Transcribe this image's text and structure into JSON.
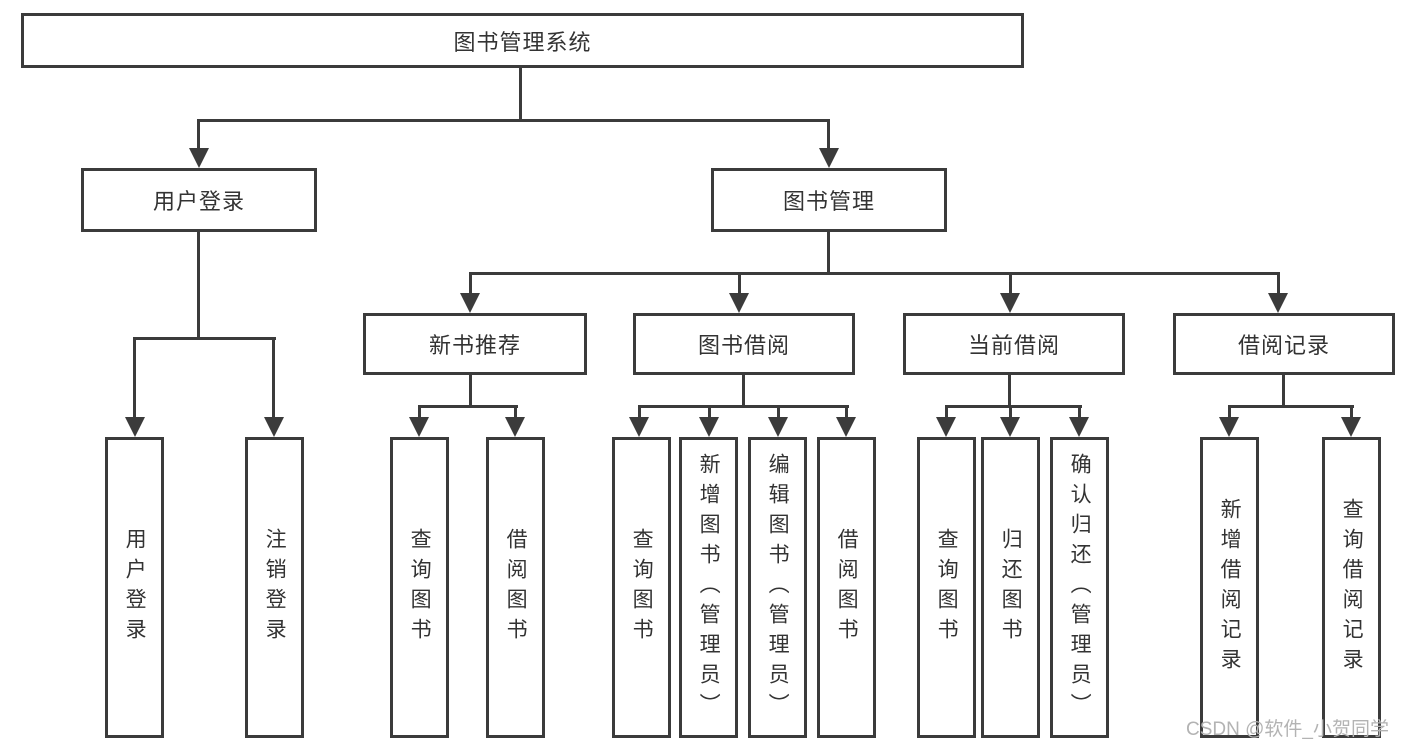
{
  "diagram": {
    "root_label": "图书管理系统",
    "level2": [
      {
        "label": "用户登录"
      },
      {
        "label": "图书管理"
      }
    ],
    "level3": [
      {
        "label": "新书推荐"
      },
      {
        "label": "图书借阅"
      },
      {
        "label": "当前借阅"
      },
      {
        "label": "借阅记录"
      }
    ],
    "level4": [
      {
        "label": "用户登录"
      },
      {
        "label": "注销登录"
      },
      {
        "label": "查询图书"
      },
      {
        "label": "借阅图书"
      },
      {
        "label": "查询图书"
      },
      {
        "label": "新增图书（管理员）"
      },
      {
        "label": "编辑图书（管理员）"
      },
      {
        "label": "借阅图书"
      },
      {
        "label": "查询图书"
      },
      {
        "label": "归还图书"
      },
      {
        "label": "确认归还（管理员）"
      },
      {
        "label": "新增借阅记录"
      },
      {
        "label": "查询借阅记录"
      }
    ]
  },
  "watermark": "CSDN @软件_小贺同学",
  "colors": {
    "line": "#3b3b3b",
    "text": "#333333",
    "watermark": "#b3b3b3",
    "background": "#ffffff"
  }
}
